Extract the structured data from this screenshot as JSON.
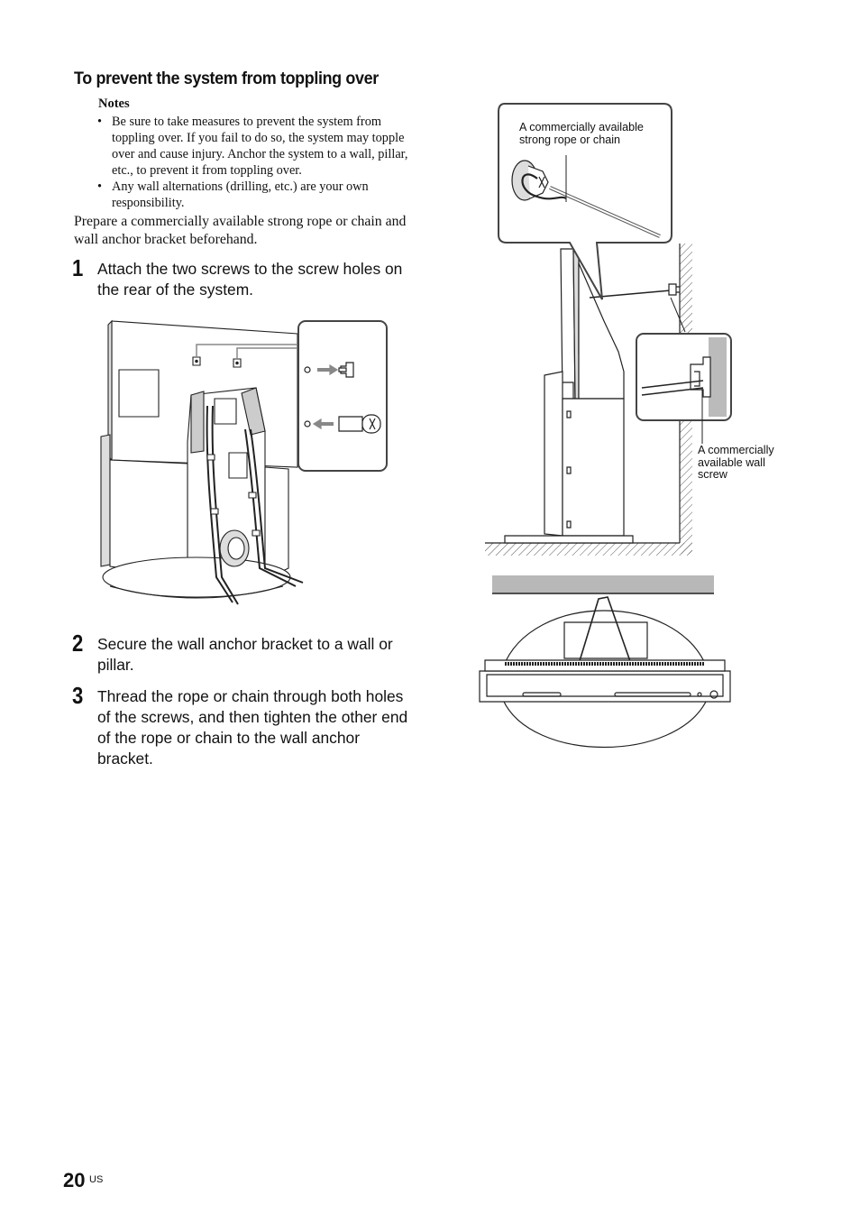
{
  "section_title": "To prevent the system from toppling over",
  "notes": {
    "title": "Notes",
    "items": [
      "Be sure to take measures to prevent the system from toppling over. If you fail to do so, the system may topple over and cause injury. Anchor the system to a wall, pillar, etc., to prevent it from toppling over.",
      "Any wall alternations (drilling, etc.) are your own responsibility."
    ]
  },
  "intro": "Prepare a commercially available strong rope or chain and wall anchor bracket beforehand.",
  "steps": [
    {
      "number": "1",
      "text": "Attach the two screws to the screw holes on the rear of the system."
    },
    {
      "number": "2",
      "text": "Secure the wall anchor bracket to a wall or pillar."
    },
    {
      "number": "3",
      "text": "Thread the rope or chain through both holes of the screws, and then tighten the other end of the rope or chain to the wall anchor bracket."
    }
  ],
  "callouts": {
    "rope": "A commercially available strong rope or chain",
    "screw": "A commercially available wall screw"
  },
  "page": {
    "number": "20",
    "region": "US"
  },
  "colors": {
    "line": "#222222",
    "wall_gray": "#b8b8b8",
    "callout_border": "#444444"
  }
}
